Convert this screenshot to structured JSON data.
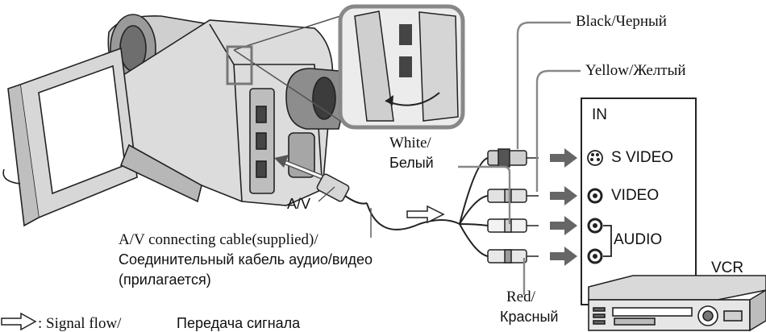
{
  "labels": {
    "black": "Black/Черный",
    "yellow": "Yellow/Желтый",
    "white_en": "White/",
    "white_ru": "Белый",
    "red_en": "Red/",
    "red_ru": "Красный",
    "av": "A/V",
    "cable_en": "A/V connecting cable(supplied)/",
    "cable_ru": "Соединительный кабель аудио/видео",
    "cable_ru2": "(прилагается)",
    "signal_en": ": Signal flow/",
    "signal_ru": "Передача сигнала",
    "vcr": "VCR"
  },
  "vcr_panel": {
    "title": "IN",
    "jacks": [
      "S VIDEO",
      "VIDEO",
      "AUDIO"
    ]
  }
}
